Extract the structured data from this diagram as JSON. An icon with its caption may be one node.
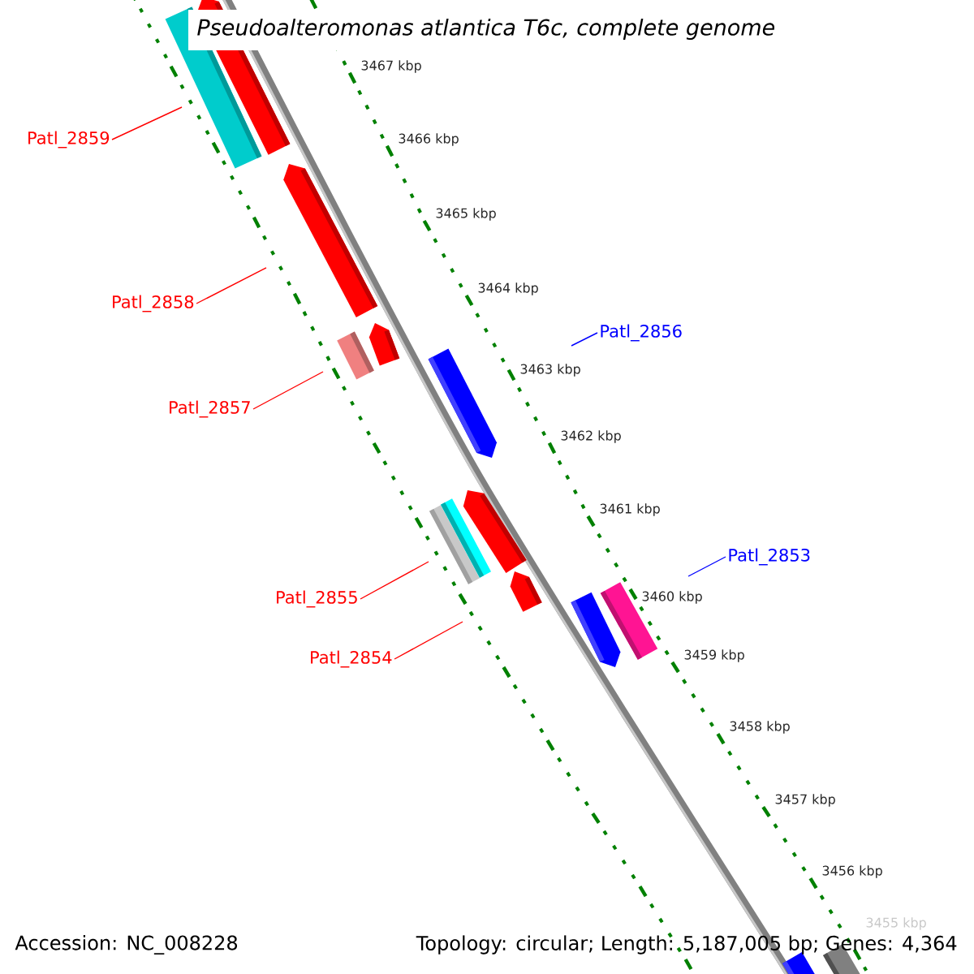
{
  "diagram": {
    "title": "Pseudoalteromonas atlantica T6c, complete genome",
    "nodes": [
      {
        "text": [
          "Patl_2859"
        ]
      },
      {
        "text": [
          "Patl_2858"
        ]
      },
      {
        "text": [
          "Patl_2857"
        ]
      },
      {
        "text": [
          "Patl_2856"
        ]
      },
      {
        "text": [
          "Patl_2855"
        ]
      },
      {
        "text": [
          "Patl_2854"
        ]
      },
      {
        "text": [
          "Patl_2853"
        ]
      }
    ],
    "edges": [
      {
        "from": 0,
        "to": null,
        "arrow": "none"
      },
      {
        "from": 1,
        "to": null,
        "arrow": "none"
      },
      {
        "from": 2,
        "to": null,
        "arrow": "none"
      },
      {
        "from": 3,
        "to": null,
        "arrow": "none",
        "color": "#0000ff"
      },
      {
        "from": 4,
        "to": null,
        "arrow": "none"
      },
      {
        "from": 5,
        "to": null,
        "arrow": "none"
      },
      {
        "from": 6,
        "to": null,
        "arrow": "none",
        "color": "#0000ff"
      }
    ],
    "labels": [
      "3467 kbp",
      "3466 kbp",
      "3465 kbp",
      "3464 kbp",
      "3463 kbp",
      "3462 kbp",
      "3461 kbp",
      "3460 kbp",
      "3459 kbp",
      "3458 kbp",
      "3457 kbp",
      "3456 kbp",
      "3455 kbp",
      "Accession: NC_008228",
      "Topology: circular; Length: 5,187,005 bp; Genes: 4,364"
    ]
  }
}
